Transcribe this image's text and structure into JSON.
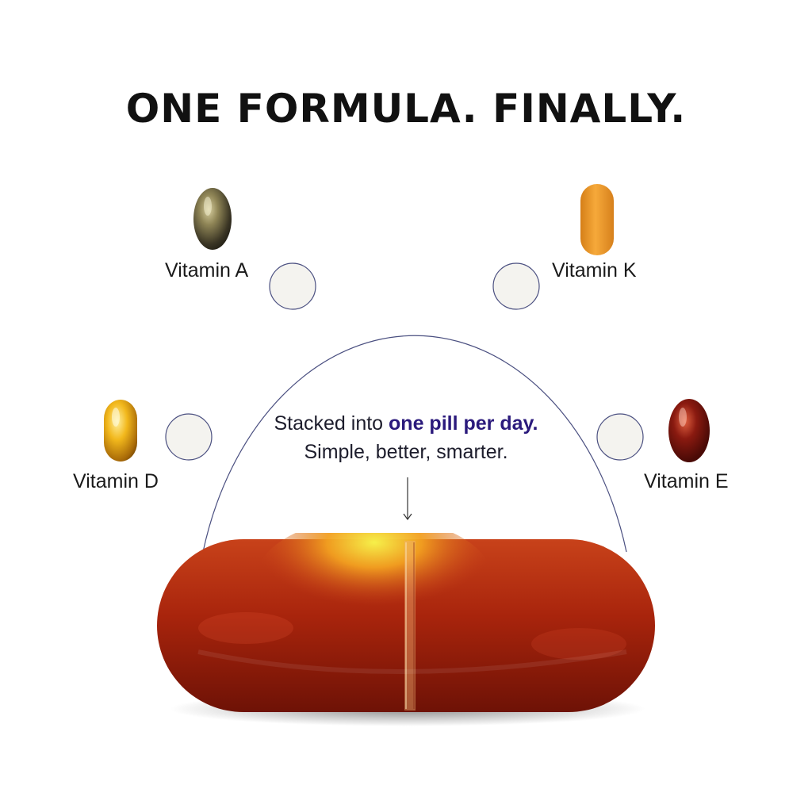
{
  "headline": "ONE FORMULA. FINALLY.",
  "vitamins": {
    "a": {
      "label": "Vitamin A",
      "pill_color": "#5a5235"
    },
    "k": {
      "label": "Vitamin K",
      "pill_color": "#f0a030"
    },
    "d": {
      "label": "Vitamin D",
      "pill_color": "#f2b81c"
    },
    "e": {
      "label": "Vitamin E",
      "pill_color": "#8a1a10"
    }
  },
  "center_copy": {
    "prefix": "Stacked into ",
    "highlight": "one pill per day.",
    "line2": "Simple, better, smarter."
  },
  "colors": {
    "accent": "#2b1a7c",
    "ring_stroke": "#4a4f80",
    "node_fill": "#f4f3ef",
    "big_pill": "#a8240c"
  }
}
